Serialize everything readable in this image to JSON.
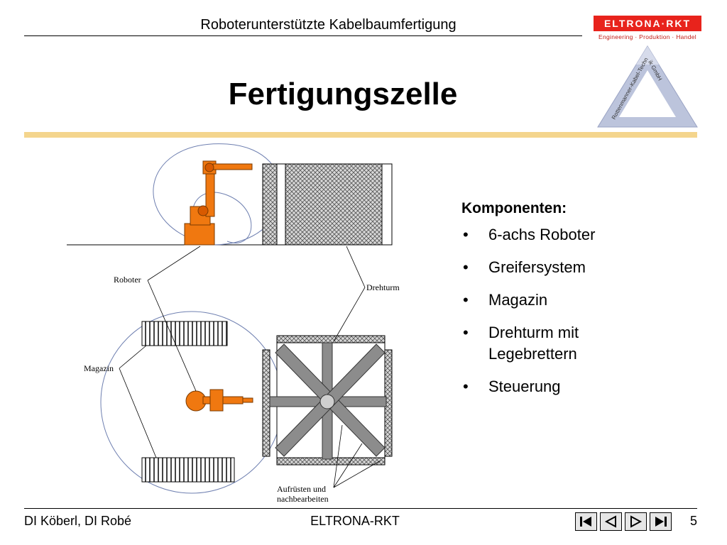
{
  "header": {
    "title": "Roboterunterstützte Kabelbaumfertigung",
    "logo_text": "ELTRONA·RKT",
    "logo_tagline": "Engineering · Produktion · Handel",
    "logo_ring_text": "Rottenmanner-Kabel-Technik GmbH"
  },
  "title": "Fertigungszelle",
  "components": {
    "heading": "Komponenten:",
    "bullet": "•",
    "items": [
      {
        "line1": "6-achs Roboter",
        "line2": ""
      },
      {
        "line1": "Greifersystem",
        "line2": ""
      },
      {
        "line1": "Magazin",
        "line2": ""
      },
      {
        "line1": "Drehturm mit",
        "line2": "Legebrettern"
      },
      {
        "line1": "Steuerung",
        "line2": ""
      }
    ]
  },
  "diagram": {
    "labels": {
      "roboter": "Roboter",
      "drehturm": "Drehturm",
      "magazin": "Magazin",
      "aufruesten_line1": "Aufrüsten und",
      "aufruesten_line2": "nachbearbeiten"
    },
    "colors": {
      "robot": "#f07810",
      "tower": "#8c8c8c",
      "hatch": "#555555",
      "reach": "#6e7fb0"
    }
  },
  "footer": {
    "authors": "DI Köberl, DI Robé",
    "company": "ELTRONA-RKT",
    "page": "5",
    "nav": [
      "first-icon",
      "previous-icon",
      "next-icon",
      "last-icon"
    ]
  },
  "colors": {
    "title_rule": "#f4d58d",
    "logo_red": "#e8231c"
  }
}
